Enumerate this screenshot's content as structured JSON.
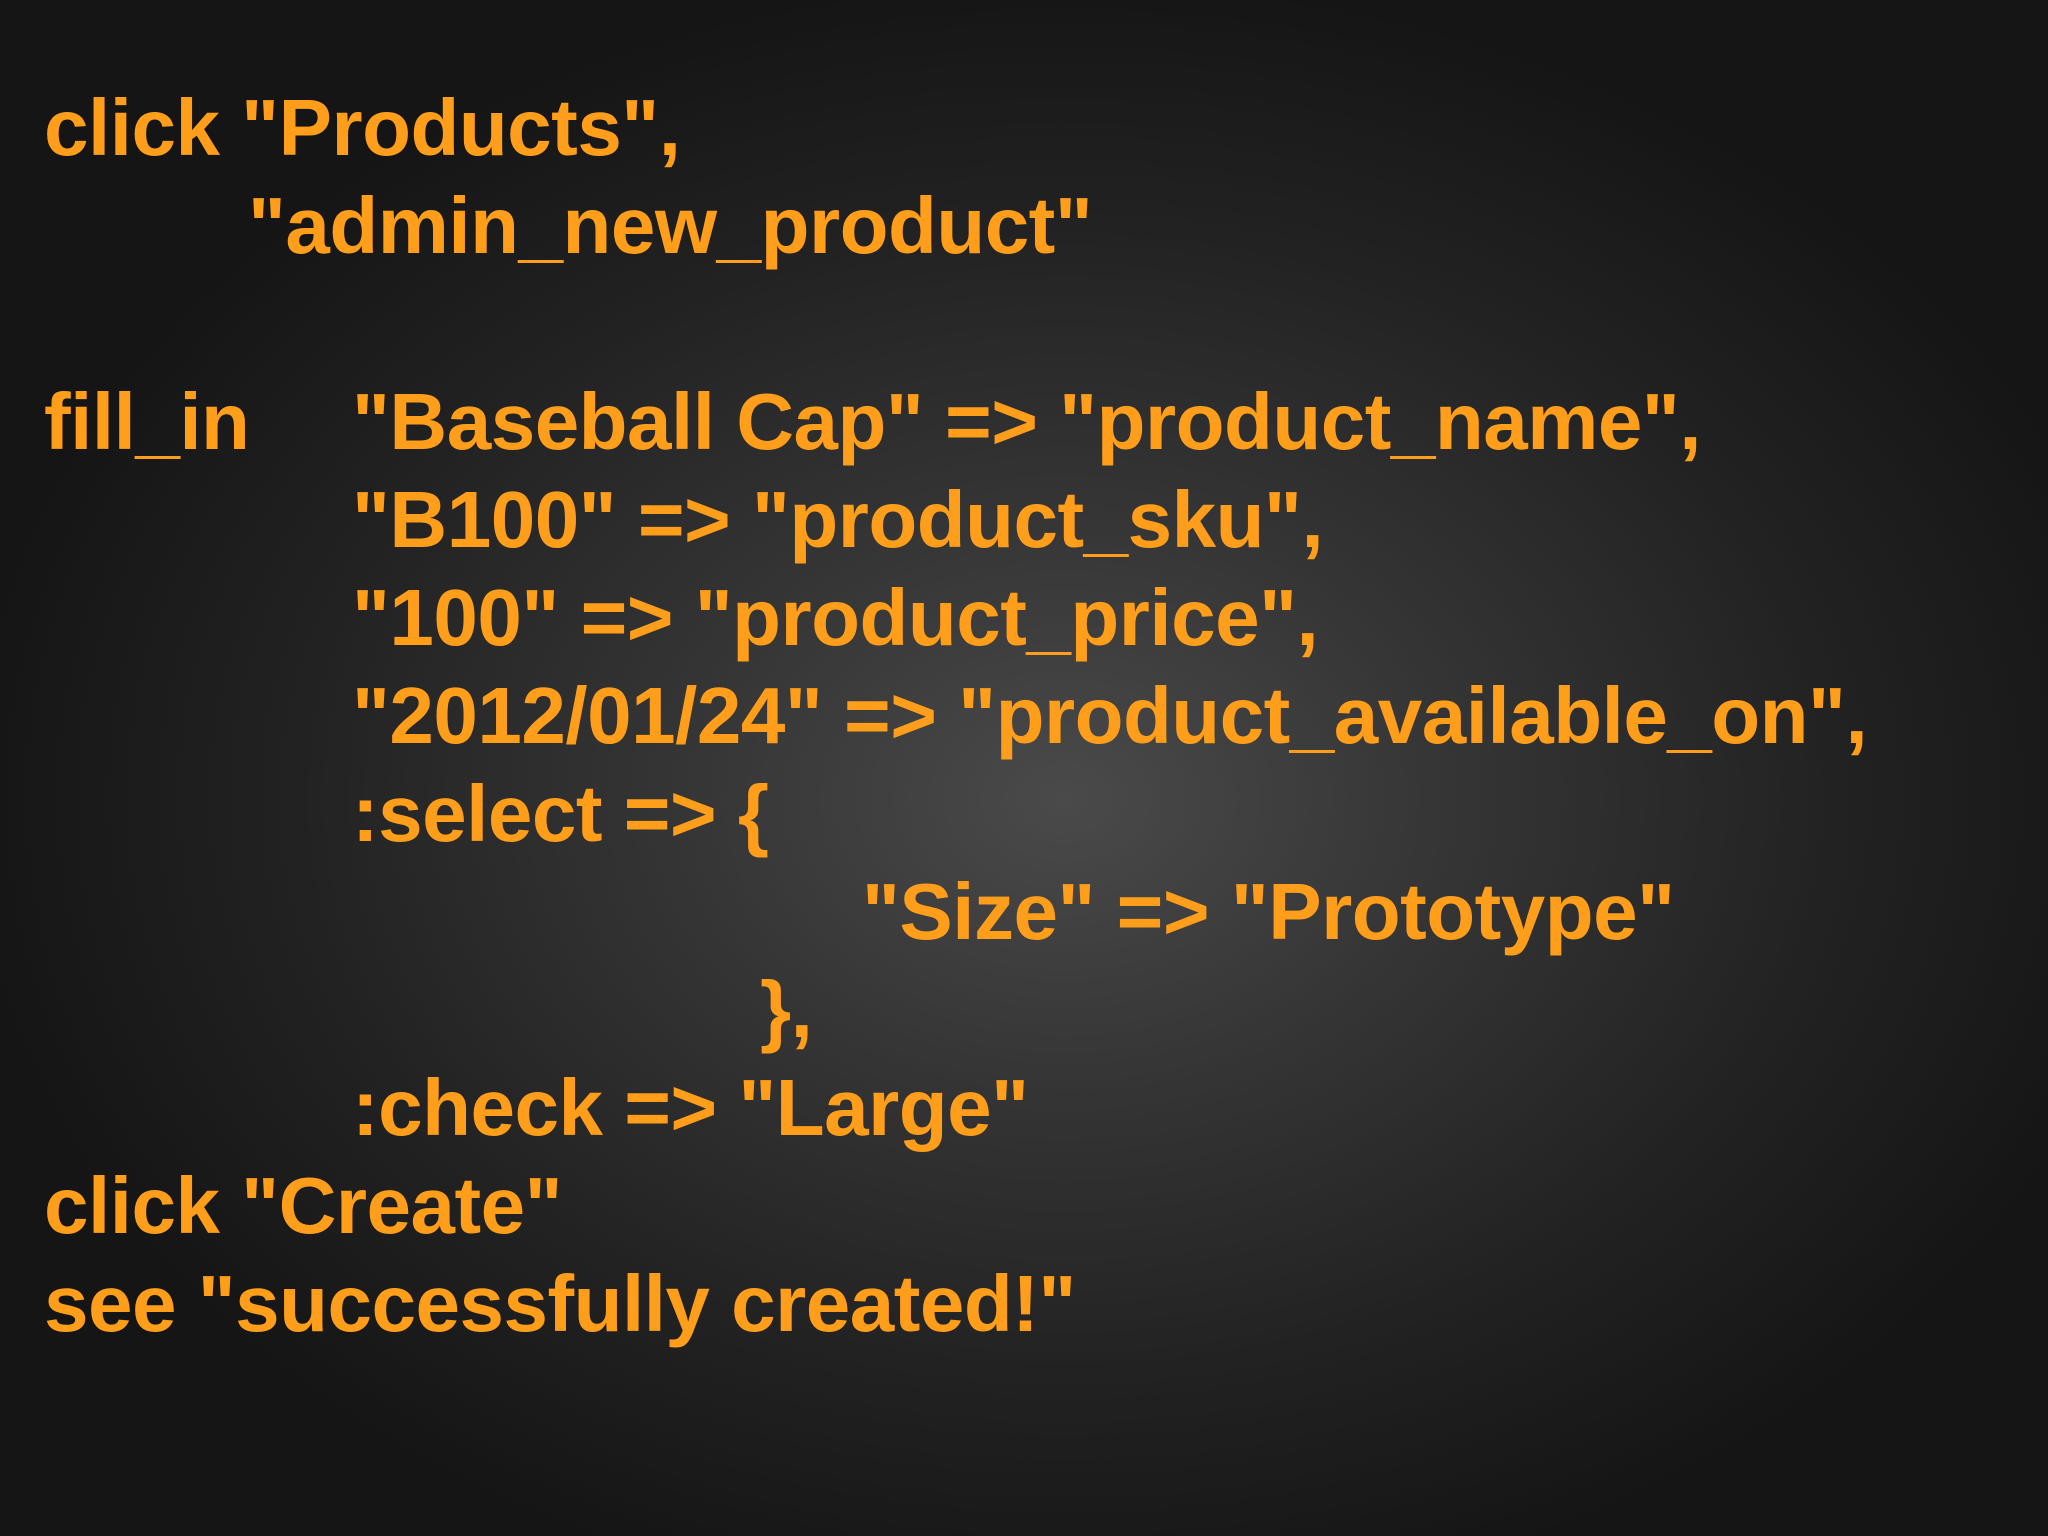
{
  "slide": {
    "text_color": "#ff9e1b",
    "background_color": "#2e2e2e",
    "code_lines": [
      "click \"Products\",",
      "\"admin_new_product\"",
      "fill_in",
      "\"Baseball Cap\" => \"product_name\",",
      "\"B100\" => \"product_sku\",",
      "\"100\" => \"product_price\",",
      "\"2012/01/24\" => \"product_available_on\",",
      ":select => {",
      "\"Size\" => \"Prototype\"",
      "},",
      ":check => \"Large\"",
      "click \"Create\"",
      "see \"successfully created!\""
    ]
  }
}
